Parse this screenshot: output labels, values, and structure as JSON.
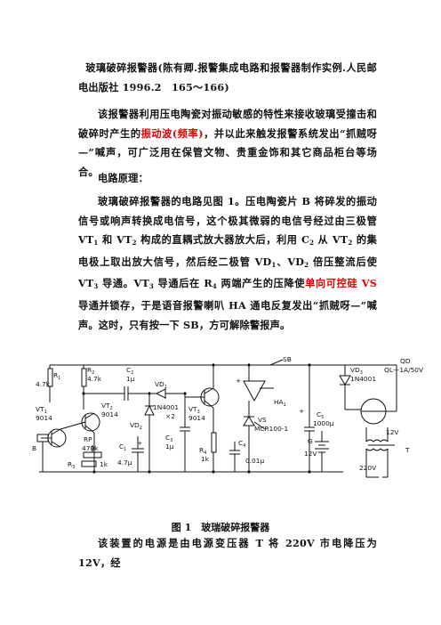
{
  "doc": {
    "reference_title": "玻璃破碎报警器",
    "reference_rest": "(陈有卿.报警集成电路和报警器制作实例.人民邮电出版社 1996.2　165～166)",
    "intro_a": "该报警器利用压电陶瓷对振动敏感的特性来接收玻璃受撞击和破碎时产生的",
    "intro_red": "振动波(频率)",
    "intro_b": "，并以此来触发报警系统发出“抓贼呀—”喊声，可广泛用在保管文物、贵重金饰和其它商品柜台等场合。",
    "section_heading": "电路原理：",
    "principle_a": "玻璃破碎报警器的电路见图 1。压电陶瓷片 B 将碎发的振动信号或响声转换成电信号，这个极其微弱的电信号经过由三极管 VT",
    "principle_b": " 和 VT",
    "principle_c": " 构成的直耦式放大器放大后，利用 C",
    "principle_d": " 从 VT",
    "principle_e": " 的集电极上取出放大信号，然后经二极管 VD",
    "principle_f": "、VD",
    "principle_g": " 倍压整流后使 VT",
    "principle_h": " 导通。VT",
    "principle_i": " 导通后在 R",
    "principle_j": " 两端产生的压降使",
    "principle_red": "单向可控硅 VS",
    "principle_k": " 导通并锁存，于是语音报警喇叭 HA 通电反复发出“抓贼呀—”喊声。这时，只有按一下 SB，方可解除警报声。",
    "sub_1": "1",
    "sub_2": "2",
    "sub_3": "3",
    "sub_4": "4",
    "figure_caption": "图 1　玻瑞破碎报警器",
    "power_text": "该装置的电源是由电源变压器 T 将 220V 市电降压为 12V，经"
  },
  "circuit": {
    "labels": {
      "R1": "R",
      "R1n": "1",
      "R1v": "4.7k",
      "R2": "R",
      "R2n": "2",
      "R2v": "4.7k",
      "C2": "C",
      "C2n": "2",
      "C2v": "1μ",
      "VD1": "VD",
      "VD1n": "1",
      "VD1v": "1N4001",
      "VD1x": "×2",
      "VD2": "VD",
      "VD2n": "2",
      "VT1": "VT",
      "VT1n": "1",
      "VT1v": "9014",
      "VT2": "VT",
      "VT2n": "2",
      "VT2v": "9014",
      "VT3": "VT",
      "VT3n": "3",
      "VT3v": "9014",
      "C1": "C",
      "C1n": "1",
      "C1v": "4.7μ",
      "C3": "C",
      "C3n": "3",
      "C3v": "1μ",
      "RP": "RP",
      "RPv": "470k",
      "R3": "R",
      "R3n": "3",
      "R3v": "1k",
      "B": "B",
      "R4": "R",
      "R4n": "4",
      "R4v": "1k",
      "C4": "C",
      "C4n": "4",
      "C4v": "0.01μ",
      "VS": "VS",
      "VSv": "MCR100-1",
      "HA": "HA",
      "HAn": "1",
      "SB": "SB",
      "C5": "C",
      "C5n": "5",
      "C5v": "1000μ",
      "G": "G",
      "Gv": "12V",
      "VD3": "VD",
      "VD3n": "3",
      "VD3v": "1N4001",
      "QD": "QD",
      "QDv": "QL—1A/50V",
      "T": "T",
      "Tv12": "12V",
      "Tv220": "220V",
      "plus": "+"
    }
  }
}
